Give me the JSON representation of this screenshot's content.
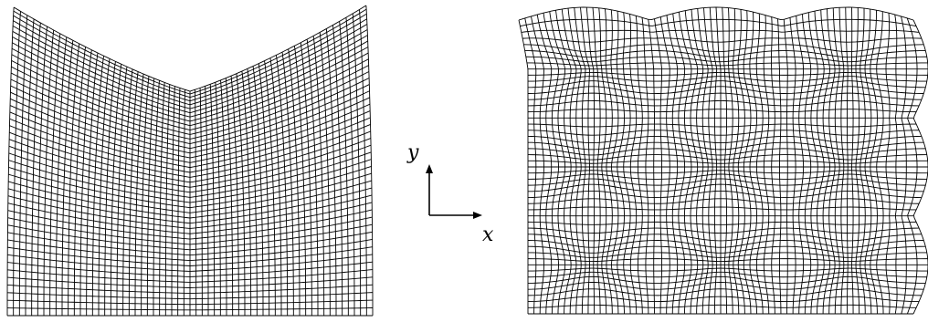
{
  "figure": {
    "panels": [
      {
        "id": "left-mesh",
        "description_kind": "deformed-grid-v-notch"
      },
      {
        "id": "right-mesh",
        "description_kind": "deformed-grid-periodic-wavy"
      }
    ],
    "axes_indicator": {
      "x_label": "x",
      "y_label": "y"
    },
    "colors": {
      "line": "#000000",
      "background": "#ffffff"
    }
  }
}
